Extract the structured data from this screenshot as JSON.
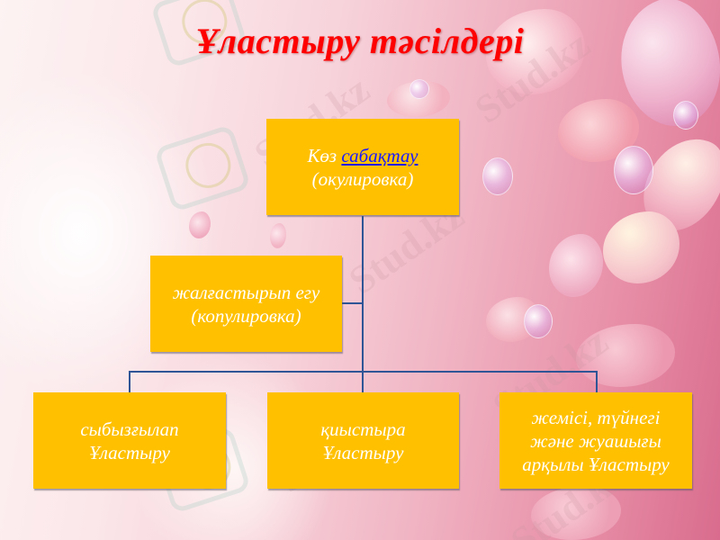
{
  "slide": {
    "title": "Ұластыру тәсілдері",
    "colors": {
      "title": "#ff0000",
      "node_fill": "#ffc000",
      "node_text": "#ffffff",
      "link": "#1a1aff",
      "connector": "#2f5597"
    },
    "watermark": "Stud.kz",
    "nodes": {
      "root": {
        "line1_prefix": "Көз ",
        "line1_link": "сабақтау",
        "line2": "(окулировка)"
      },
      "assistant": {
        "line1": "жалғастырып егу",
        "line2": "(копулировка)"
      },
      "children": [
        {
          "line1": "сыбызғылап",
          "line2": "Ұластыру"
        },
        {
          "line1": "қиыстыра",
          "line2": "Ұластыру"
        },
        {
          "line1": "жемісі, түйнегі",
          "line2": "және жуашығы",
          "line3": "арқылы Ұластыру"
        }
      ]
    }
  }
}
